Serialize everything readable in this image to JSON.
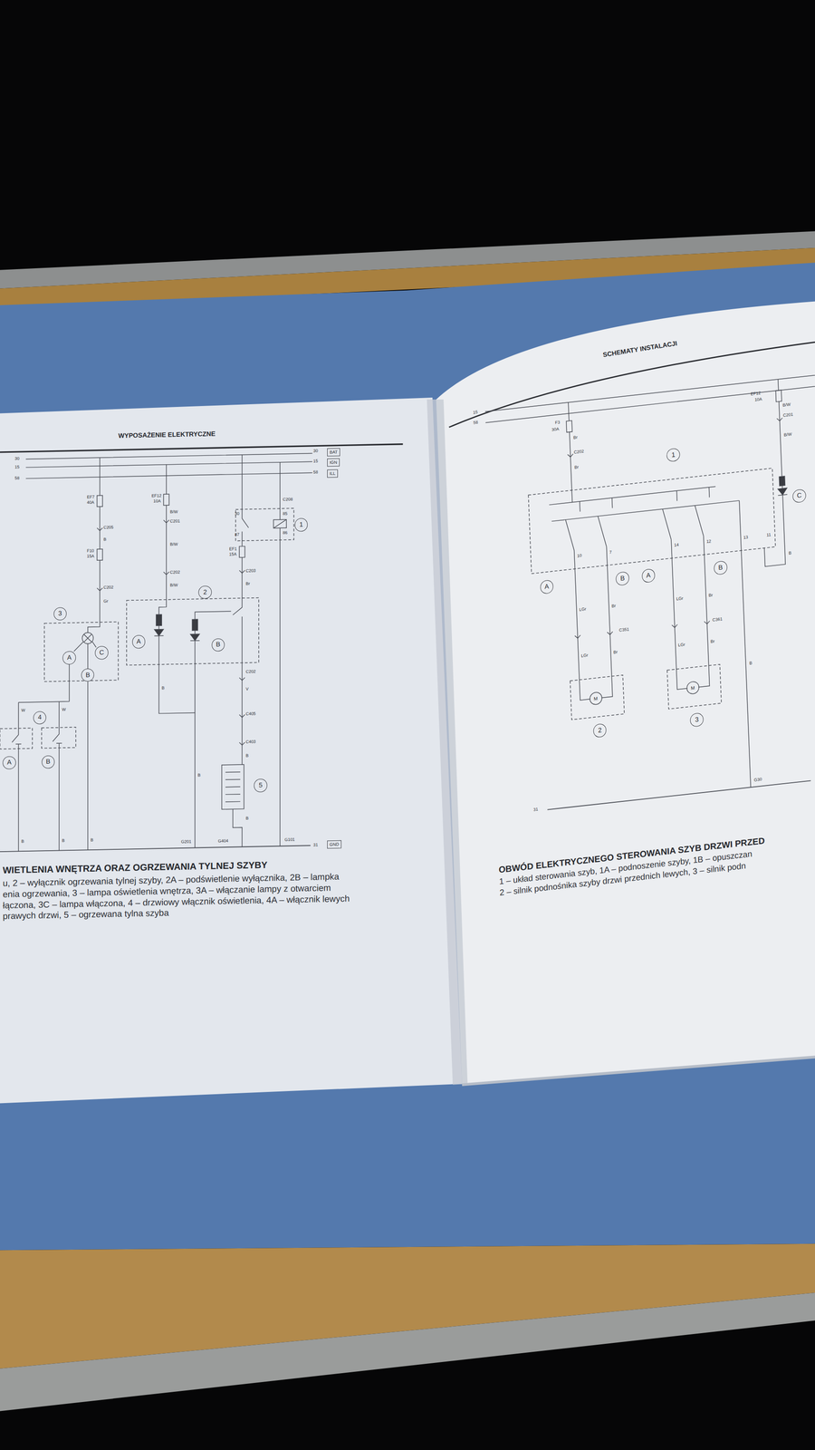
{
  "diagram": {
    "nodes": [
      {
        "text": [
          "BAT"
        ]
      },
      {
        "text": [
          "IGN"
        ]
      },
      {
        "text": [
          "ILL"
        ]
      },
      {
        "text": [
          "1"
        ]
      },
      {
        "text": [
          "2"
        ]
      },
      {
        "text": [
          "3"
        ]
      },
      {
        "text": [
          "A"
        ]
      },
      {
        "text": [
          "B"
        ]
      },
      {
        "text": [
          "A"
        ]
      },
      {
        "text": [
          "C"
        ]
      },
      {
        "text": [
          "B"
        ]
      },
      {
        "text": [
          "4"
        ]
      },
      {
        "text": [
          "A"
        ]
      },
      {
        "text": [
          "B"
        ]
      },
      {
        "text": [
          "5"
        ]
      },
      {
        "text": [
          "GND"
        ]
      },
      {
        "text": [
          "1"
        ]
      },
      {
        "text": [
          "C"
        ]
      },
      {
        "text": [
          "A"
        ]
      },
      {
        "text": [
          "B"
        ]
      },
      {
        "text": [
          "A"
        ]
      },
      {
        "text": [
          "B"
        ]
      },
      {
        "text": [
          "2"
        ]
      },
      {
        "text": [
          "3"
        ]
      }
    ],
    "labels": [
      "WYPOSAŻENIE ELEKTRYCZNE",
      "30",
      "15",
      "58",
      "30",
      "15",
      "58",
      "EF7",
      "40A",
      "C205",
      "B",
      "F10",
      "15A",
      "C202",
      "Gr",
      "EF12",
      "10A",
      "B/W",
      "C201",
      "B/W",
      "C202",
      "B/W",
      "C208",
      "85",
      "86",
      "30",
      "87",
      "EF1",
      "15A",
      "C203",
      "Br",
      "C202",
      "V",
      "C405",
      "C403",
      "B",
      "B",
      "B",
      "B",
      "W",
      "W",
      "B",
      "B",
      "B",
      "G201",
      "G404",
      "G101",
      "31",
      "WIETLENIA WNĘTRZA ORAZ OGRZEWANIA TYLNEJ SZYBY",
      "u, 2 – wyłącznik ogrzewania tylnej szyby, 2A – podświetlenie wyłącznika, 2B – lampka",
      "enia ogrzewania, 3 – lampa oświetlenia wnętrza, 3A – włączanie lampy z otwarciem",
      "łączona, 3C – lampa włączona, 4 – drzwiowy włącznik oświetlenia, 4A – włącznik lewych",
      "prawych drzwi, 5 – ogrzewana tylna szyba",
      "SCHEMATY INSTALACJI",
      "15",
      "58",
      "F3",
      "30A",
      "Br",
      "C202",
      "Br",
      "EF12",
      "10A",
      "B/W",
      "C201",
      "B/W",
      "10",
      "7",
      "14",
      "12",
      "13",
      "11",
      "LGr",
      "Br",
      "LGr",
      "Br",
      "C351",
      "C361",
      "LGr",
      "Br",
      "LGr",
      "Br",
      "M",
      "M",
      "B",
      "B",
      "G30",
      "31",
      "OBWÓD ELEKTRYCZNEGO STEROWANIA SZYB DRZWI PRZED",
      "1 – układ sterowania szyb, 1A – podnoszenie szyby, 1B – opuszczan",
      "2 – silnik podnośnika szyby drzwi przednich lewych, 3 – silnik podn"
    ]
  }
}
